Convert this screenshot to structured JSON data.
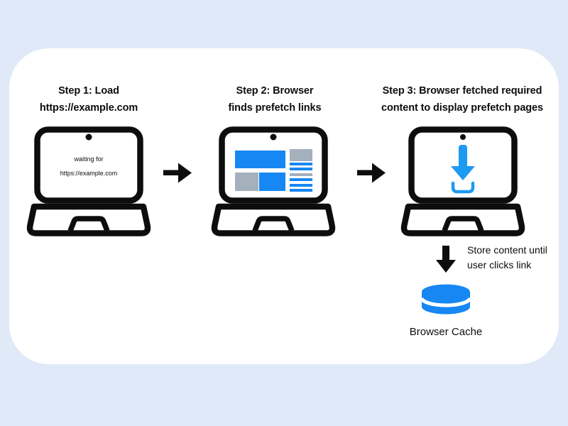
{
  "colors": {
    "background": "#dfe9f7",
    "card": "#ffffff",
    "ink": "#0d0d0d",
    "blue": "#1787f3",
    "icon_blue": "#1d9af2",
    "gray": "#a5b0bd"
  },
  "icons": {
    "laptop": "laptop-outline",
    "right_arrow": "arrow-right",
    "down_arrow": "arrow-down",
    "download": "download-into-tray",
    "webpage": "webpage-wireframe-blocks",
    "cache": "database-cylinder"
  },
  "steps": [
    {
      "title_line1": "Step 1: Load",
      "title_line2": "https://example.com",
      "screen_line1": "waiting for",
      "screen_line2": "https://example.com"
    },
    {
      "title_line1": "Step 2: Browser",
      "title_line2": "finds prefetch links"
    },
    {
      "title_line1": "Step 3: Browser fetched required",
      "title_line2": "content to display prefetch pages"
    }
  ],
  "cache": {
    "note_line1": "Store content until",
    "note_line2": "user clicks link",
    "label": "Browser Cache"
  }
}
